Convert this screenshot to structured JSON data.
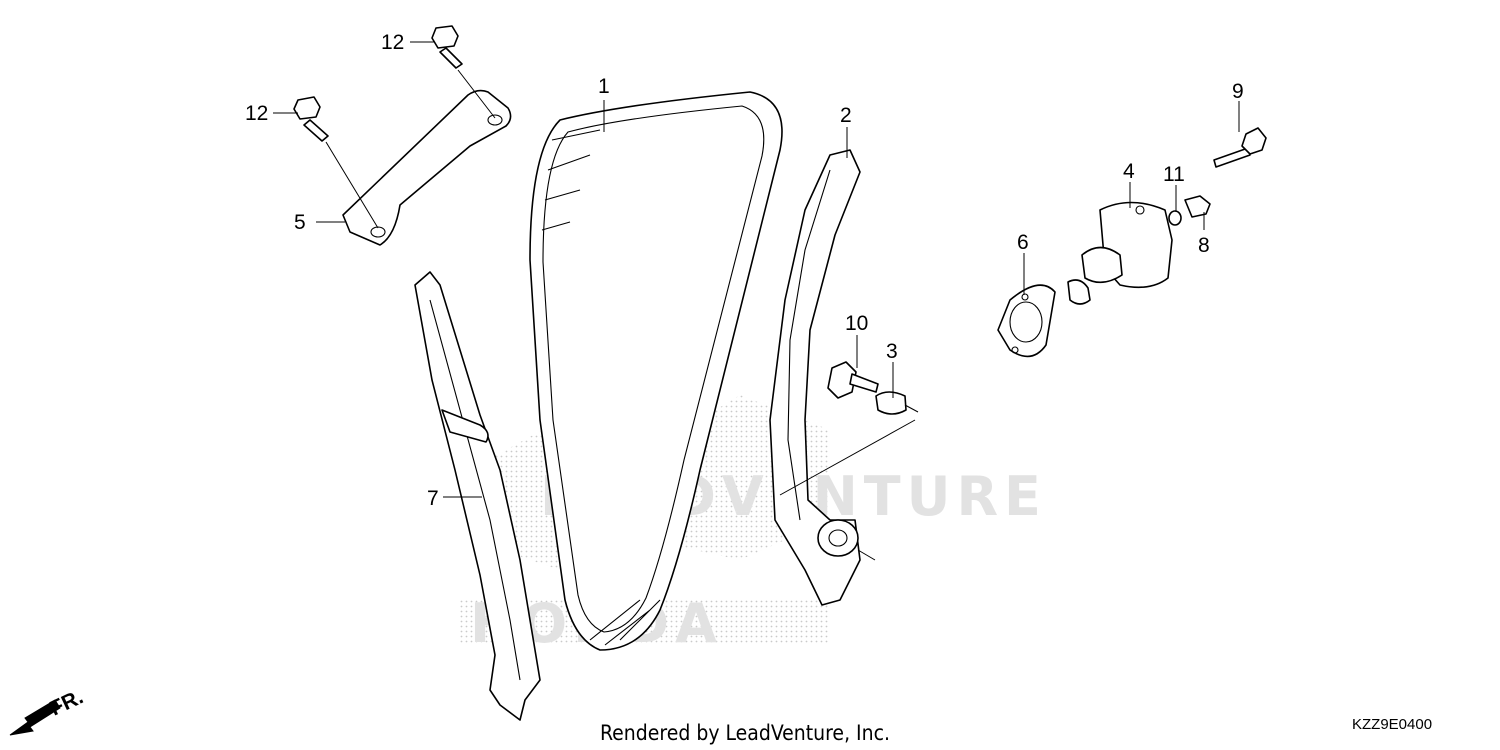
{
  "callouts": [
    {
      "id": "1",
      "label": "1"
    },
    {
      "id": "2",
      "label": "2"
    },
    {
      "id": "3",
      "label": "3"
    },
    {
      "id": "4",
      "label": "4"
    },
    {
      "id": "5",
      "label": "5"
    },
    {
      "id": "6",
      "label": "6"
    },
    {
      "id": "7",
      "label": "7"
    },
    {
      "id": "8",
      "label": "8"
    },
    {
      "id": "9",
      "label": "9"
    },
    {
      "id": "10",
      "label": "10"
    },
    {
      "id": "11",
      "label": "11"
    },
    {
      "id": "12a",
      "label": "12"
    },
    {
      "id": "12b",
      "label": "12"
    }
  ],
  "footer": {
    "credit": "Rendered by LeadVenture, Inc.",
    "diagram_code": "KZZ9E0400",
    "direction_label": "FR."
  },
  "watermark": {
    "line1": "LEADVENTURE",
    "line2": "HONDA"
  }
}
